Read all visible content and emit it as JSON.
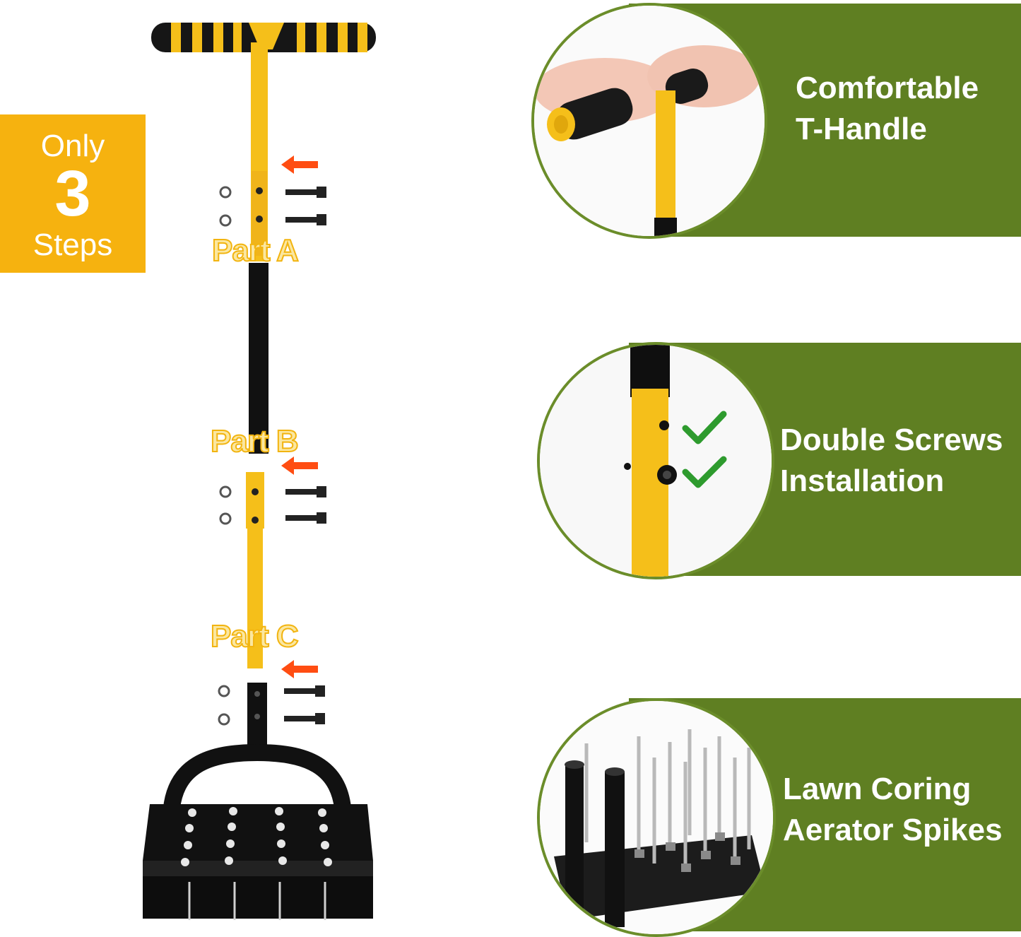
{
  "badge": {
    "line1": "Only",
    "number": "3",
    "line3": "Steps",
    "color": "#f6b20f"
  },
  "parts": {
    "a": "Part A",
    "b": "Part B",
    "c": "Part C"
  },
  "features": [
    {
      "line1": "Comfortable",
      "line2": "T-Handle"
    },
    {
      "line1": "Double Screws",
      "line2": "Installation"
    },
    {
      "line1": "Lawn Coring",
      "line2": "Aerator Spikes"
    }
  ],
  "colors": {
    "panel": "#5f7f22",
    "yellow": "#f5bf1a",
    "black": "#111111",
    "arrow": "#ff4d12",
    "check": "#2e9b2e"
  },
  "icons": [
    "arrow-left-icon",
    "check-icon",
    "hex-nut-icon",
    "bolt-icon"
  ]
}
